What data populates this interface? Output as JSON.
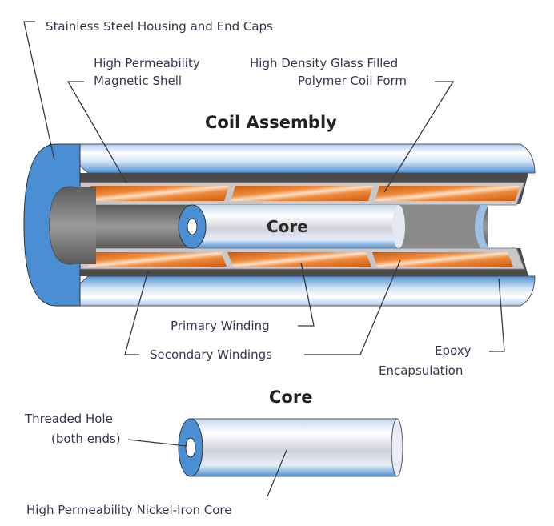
{
  "diagram": {
    "titles": {
      "coil_assembly": "Coil Assembly",
      "core_section": "Core",
      "core_in_assembly": "Core"
    },
    "labels": {
      "housing": "Stainless Steel Housing and End Caps",
      "shell_line1": "High Permeability",
      "shell_line2": "Magnetic Shell",
      "coil_form_line1": "High Density Glass Filled",
      "coil_form_line2": "Polymer Coil Form",
      "primary": "Primary Winding",
      "secondary": "Secondary Windings",
      "epoxy_line1": "Epoxy",
      "epoxy_line2": "Encapsulation",
      "threaded_line1": "Threaded Hole",
      "threaded_line2": "(both ends)",
      "nickel_core": "High Permeability Nickel-Iron Core"
    },
    "colors": {
      "housing_blue": "#4a8fd4",
      "winding_orange": "#e0721e",
      "shell_dark": "#4a4a4a",
      "bore_grey": "#7a7a7a",
      "text": "#3a3550"
    }
  }
}
